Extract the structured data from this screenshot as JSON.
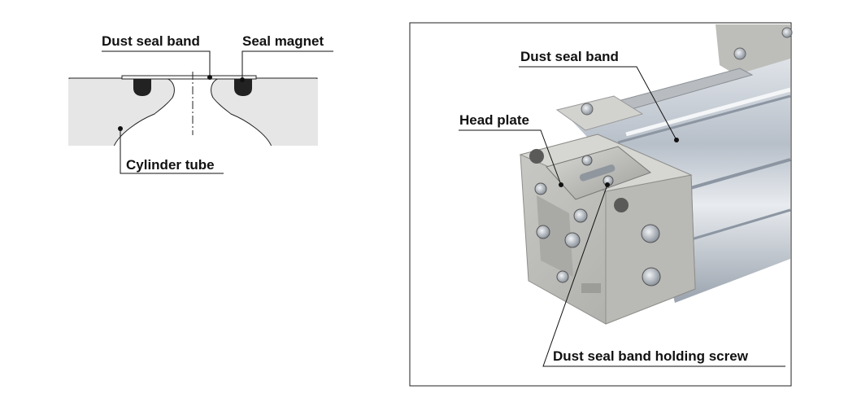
{
  "left_diagram": {
    "labels": {
      "dust_seal_band": "Dust seal band",
      "seal_magnet": "Seal magnet",
      "cylinder_tube": "Cylinder tube"
    }
  },
  "right_diagram": {
    "labels": {
      "dust_seal_band": "Dust seal band",
      "head_plate": "Head plate",
      "holding_screw": "Dust seal band holding screw"
    }
  }
}
